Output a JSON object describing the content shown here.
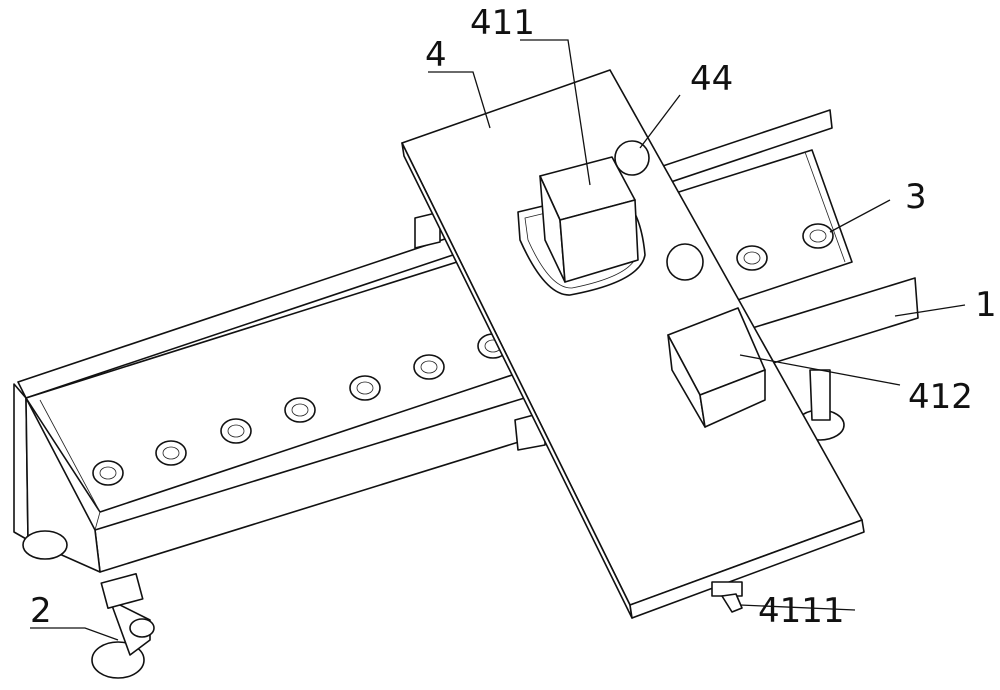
{
  "figure": {
    "labels": {
      "plate": "4",
      "block_top": "411",
      "knob": "44",
      "roller": "3",
      "frame": "1",
      "block_side": "412",
      "leg": "2",
      "adjust_screw": "4111"
    }
  }
}
